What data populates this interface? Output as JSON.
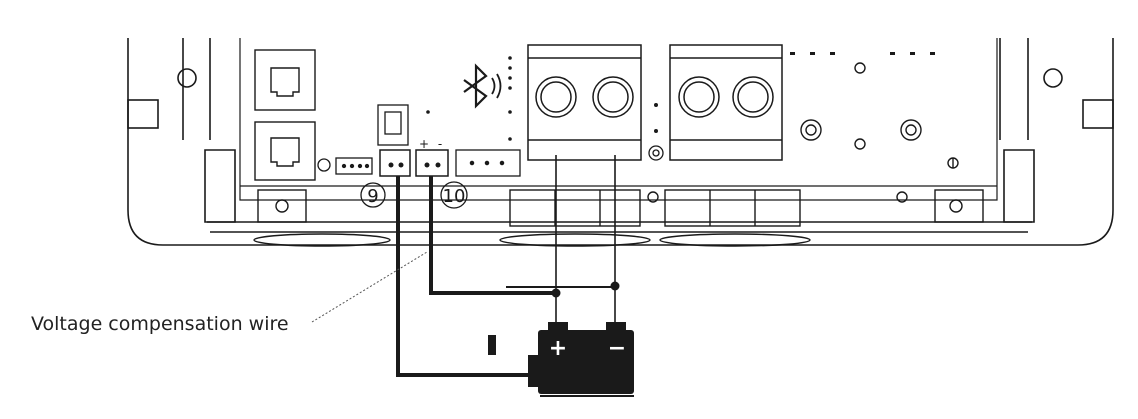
{
  "labels": {
    "voltage_wire": "Voltage compensation wire",
    "port_9": "9",
    "port_10": "10",
    "port_10_plus": "+",
    "port_10_minus": "-",
    "battery_plus": "+",
    "battery_minus": "−"
  },
  "colors": {
    "outline": "#1a1a1a",
    "wire": "#1a1a1a",
    "label": "#222222",
    "background": "#ffffff"
  },
  "icons": {
    "bluetooth": "bluetooth-icon"
  }
}
